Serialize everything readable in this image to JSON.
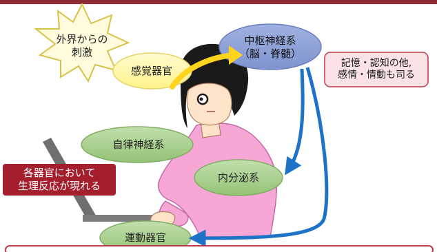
{
  "labels": {
    "external_stimulus": "外界からの\n刺激",
    "sensory_organs": "感覚器官",
    "central_nervous_system": "中枢神経系\n（脳・脊髄）",
    "memory_note": "記憶・認知の他,\n感情・情動も司る",
    "autonomic_nervous": "自律神経系",
    "endocrine": "内分泌系",
    "motor_organs": "運動器官",
    "physiological_reaction": "各器官において\n生理反応が現れる"
  },
  "colors": {
    "top_bar": "#8b2b33",
    "bottom_bar": "#c0394a",
    "star_fill": "#fffbdc",
    "star_stroke": "#d9c24a",
    "sense_fill": "#fff7a8",
    "cns_fill": "#8fa3d8",
    "cns_stroke": "#6b7fbf",
    "green_fill": "#a9d18e",
    "green_stroke": "#7fae63",
    "memory_fill": "#fbe3e5",
    "memory_stroke": "#c0394a",
    "reaction_fill": "#a51e2d",
    "arrow_blue": "#1e73c8",
    "arrow_yellow": "#ffd41f",
    "shirt": "#f6a7d6",
    "skin": "#fde4c8",
    "hair": "#1a1a1a",
    "laptop": "#7d7d7d"
  }
}
